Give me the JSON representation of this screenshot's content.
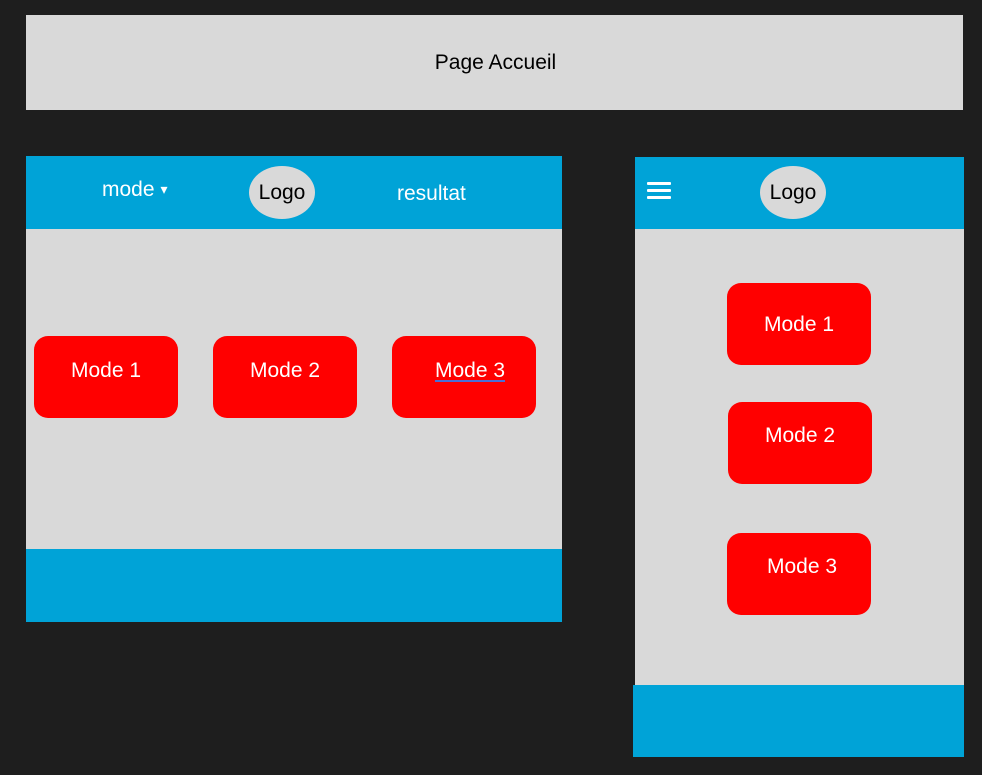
{
  "page": {
    "title": "Page Accueil"
  },
  "desktop": {
    "nav": {
      "mode_label": "mode",
      "mode_caret": "▾",
      "logo": "Logo",
      "result_label": "resultat"
    },
    "buttons": [
      "Mode 1",
      "Mode 2",
      "Mode 3"
    ]
  },
  "mobile": {
    "nav": {
      "menu_icon": "hamburger-menu-icon",
      "logo": "Logo"
    },
    "buttons": [
      "Mode 1",
      "Mode 2",
      "Mode 3"
    ]
  },
  "colors": {
    "background": "#1e1e1e",
    "panel": "#d9d9d9",
    "header_footer": "#00a3d7",
    "button": "#ff0000",
    "button_text": "#ffffff"
  }
}
